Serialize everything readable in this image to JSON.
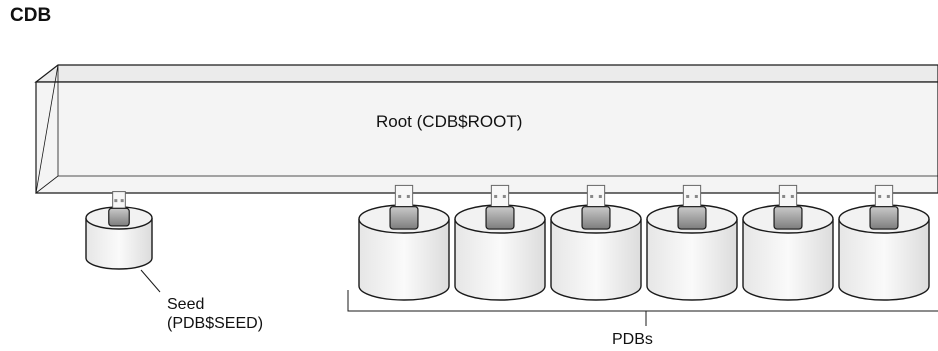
{
  "title": "CDB",
  "root": {
    "label": "Root (CDB$ROOT)"
  },
  "seed": {
    "line1": "Seed",
    "line2": "(PDB$SEED)"
  },
  "pdbs": {
    "label": "PDBs",
    "count": 6
  },
  "colors": {
    "stroke": "#1a1a1a",
    "box_fill": "#f4f4f4",
    "box_top": "#ebebeb",
    "cylinder_fill": "#f2f2f2",
    "plug_fill": "#9a9a9a"
  }
}
